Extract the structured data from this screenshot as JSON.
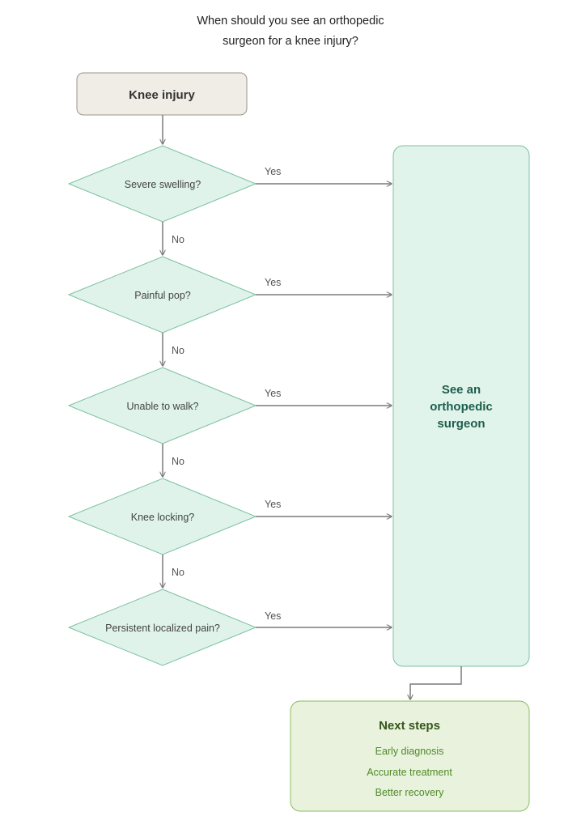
{
  "title": {
    "line1": "When should you see an orthopedic",
    "line2": "surgeon for a knee injury?"
  },
  "start": {
    "label": "Knee injury"
  },
  "decisions": [
    {
      "label": "Severe swelling?",
      "yes_label": "Yes",
      "no_label": "No"
    },
    {
      "label": "Painful pop?",
      "yes_label": "Yes",
      "no_label": "No"
    },
    {
      "label": "Unable to walk?",
      "yes_label": "Yes",
      "no_label": "No"
    },
    {
      "label": "Knee locking?",
      "yes_label": "Yes",
      "no_label": "No"
    },
    {
      "label": "Persistent localized pain?",
      "yes_label": "Yes"
    }
  ],
  "outcome": {
    "line1": "See an",
    "line2": "orthopedic",
    "line3": "surgeon"
  },
  "next_steps": {
    "title": "Next steps",
    "items": [
      "Early diagnosis",
      "Accurate treatment",
      "Better recovery"
    ]
  },
  "colors": {
    "start_fill": "#f0ede7",
    "start_stroke": "#9a948a",
    "decision_fill": "#dff3ea",
    "decision_stroke": "#7cc0a2",
    "outcome_fill": "#e1f4ec",
    "outcome_stroke": "#7cc0a2",
    "next_fill": "#e8f2dc",
    "next_stroke": "#8dbb62",
    "connector": "#7a7a7a"
  }
}
